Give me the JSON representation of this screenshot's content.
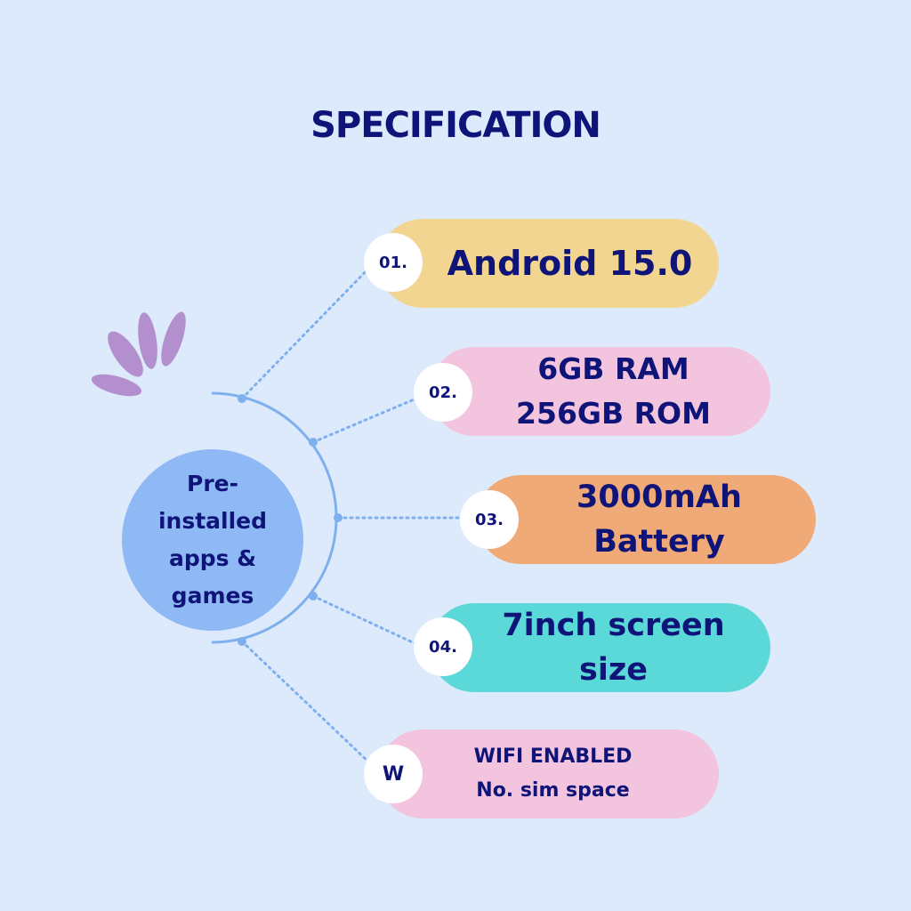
{
  "title": "SPECIFICATION",
  "hub": {
    "label": "Pre-\ninstalled\napps &\ngames"
  },
  "specs": [
    {
      "number": "01.",
      "lines": [
        "Android 15.0"
      ],
      "color": "#f1d591"
    },
    {
      "number": "02.",
      "lines": [
        "6GB RAM",
        "256GB ROM"
      ],
      "color": "#f2c4de"
    },
    {
      "number": "03.",
      "lines": [
        "3000mAh",
        "Battery"
      ],
      "color": "#f0aa78"
    },
    {
      "number": "04.",
      "lines": [
        "7inch screen",
        "size"
      ],
      "color": "#5bd8d8"
    },
    {
      "number": "W",
      "lines": [
        "WIFI ENABLED",
        "No. sim space"
      ],
      "color": "#f2c4de"
    }
  ],
  "colors": {
    "background": "#ddeafc",
    "text": "#0f1478",
    "hub": "#8fb9f5",
    "connector": "#7fb0ee",
    "decoration": "#b38fcd"
  },
  "decoration_icon": "sparkle-strokes-icon"
}
